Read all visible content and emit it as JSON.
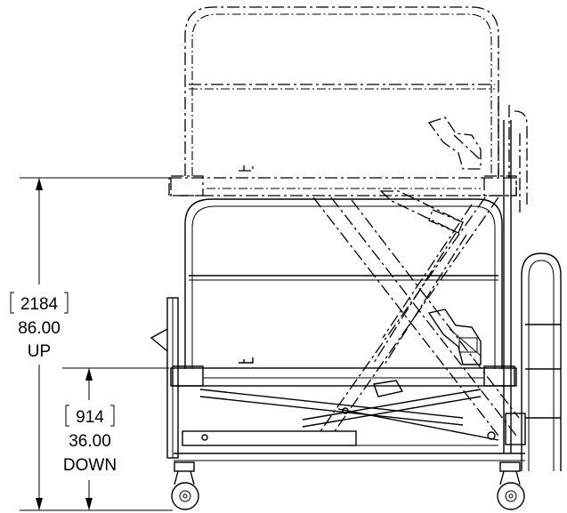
{
  "dimensions": {
    "up": {
      "metric_bracket": "[2184]",
      "metric_value": "2184",
      "imperial": "86.00",
      "label": "UP"
    },
    "down": {
      "metric_bracket": "[914]",
      "metric_value": "914",
      "imperial": "36.00",
      "label": "DOWN"
    }
  }
}
